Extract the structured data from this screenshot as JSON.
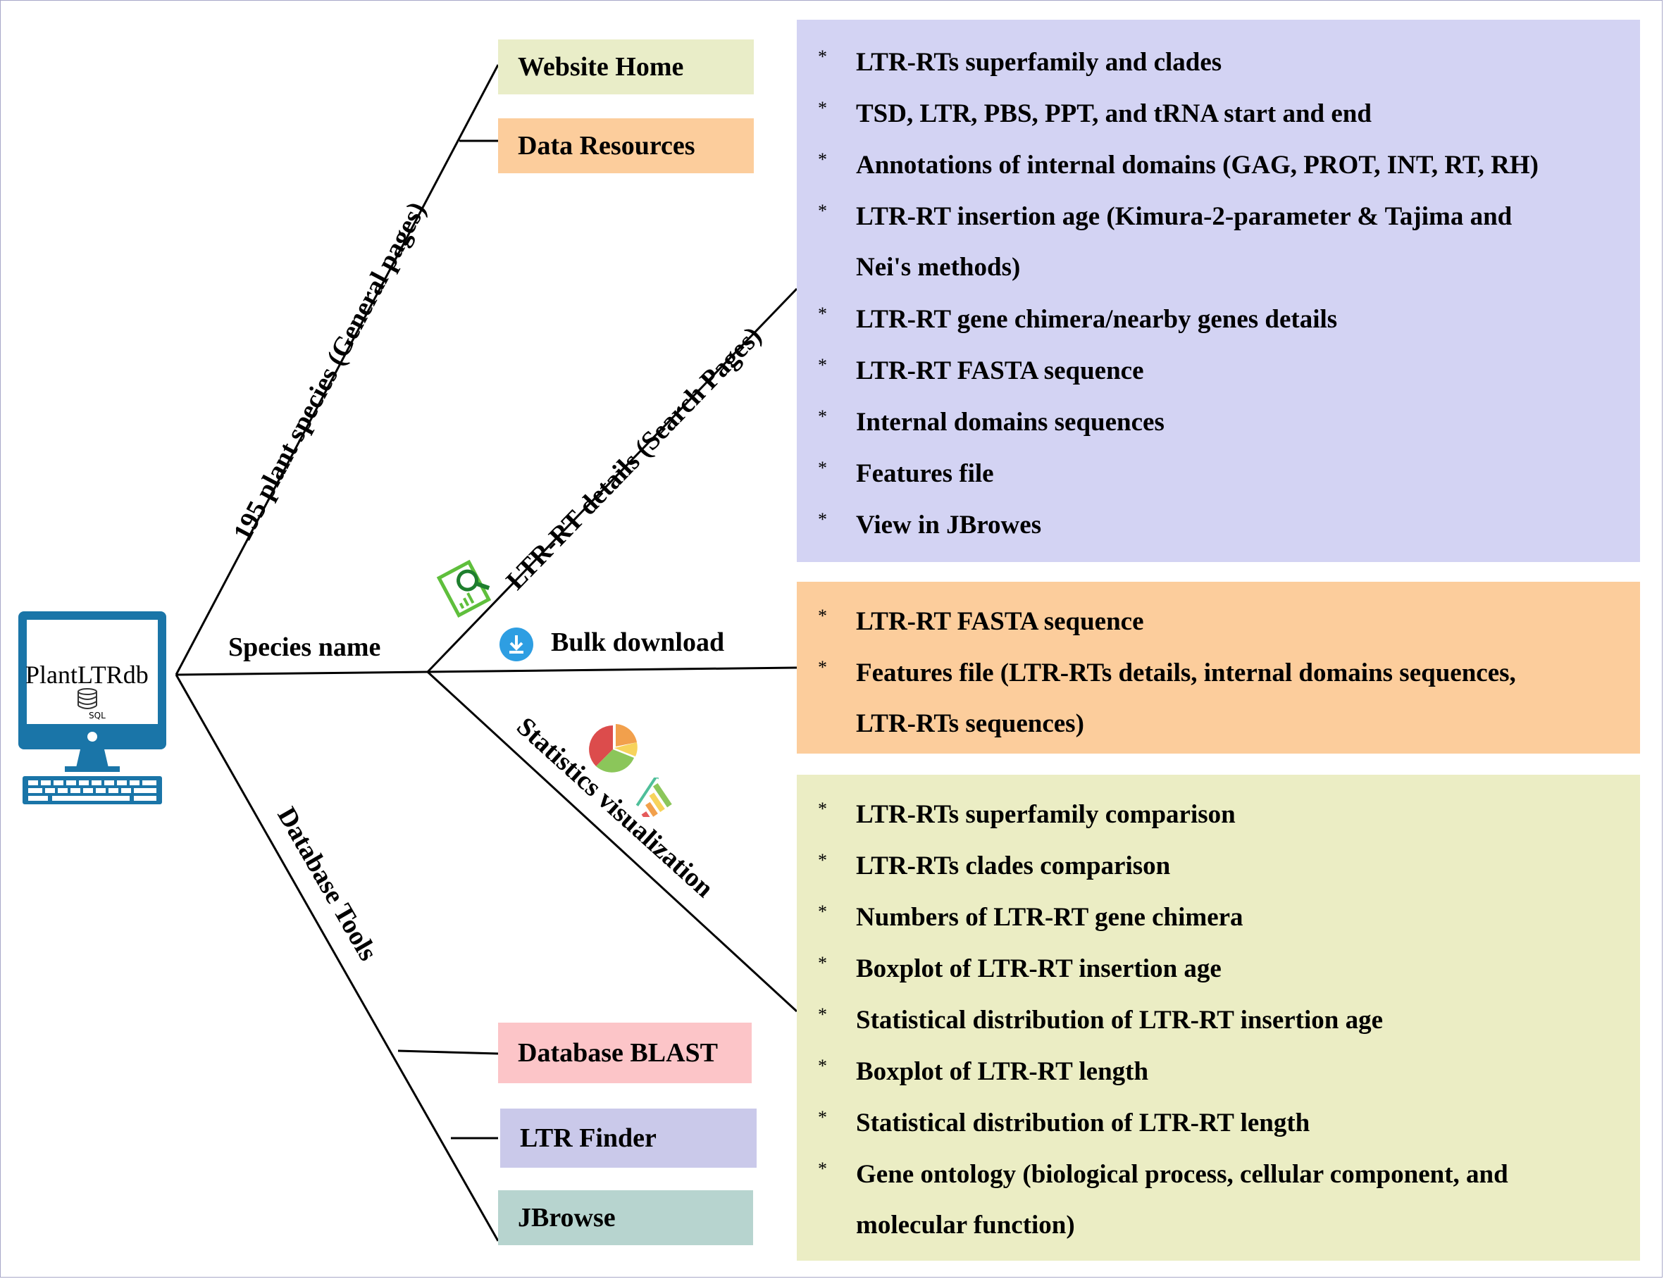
{
  "center_label": "PlantLTRdb",
  "db_icon_text": "SQL",
  "branches": {
    "general": "195 plant species (General pages)",
    "species": "Species name",
    "tools": "Database Tools",
    "search": "LTR-RT details (Search Pages)",
    "bulk": "Bulk download",
    "stats": "Statistics visualization"
  },
  "general_pages": [
    "Website Home",
    "Data Resources"
  ],
  "tool_pages": [
    "Database BLAST",
    "LTR Finder",
    "JBrowse"
  ],
  "bullet_symbol": "*",
  "search_items": [
    "LTR-RTs superfamily and clades",
    "TSD, LTR, PBS, PPT, and tRNA start and end",
    "Annotations of internal domains (GAG, PROT, INT, RT, RH)",
    "LTR-RT insertion age  (Kimura-2-parameter & Tajima and",
    "Nei's methods)",
    "LTR-RT gene chimera/nearby genes details",
    "LTR-RT FASTA sequence",
    "Internal domains sequences",
    "Features file",
    "View in JBrowes"
  ],
  "bulk_items": [
    "LTR-RT FASTA sequence",
    "Features file (LTR-RTs details, internal domains sequences,",
    "LTR-RTs sequences)"
  ],
  "stats_items": [
    "LTR-RTs superfamily comparison",
    "LTR-RTs clades comparison",
    "Numbers of LTR-RT gene chimera",
    "Boxplot of LTR-RT insertion age",
    "Statistical distribution of LTR-RT insertion age",
    "Boxplot of LTR-RT length",
    "Statistical distribution of LTR-RT length",
    "Gene ontology (biological process, cellular component, and",
    "molecular function)"
  ],
  "colors": {
    "purple_panel": "#d3d3f3",
    "orange": "#fccd9c",
    "green_panel": "#ebedc4",
    "website_home": "#e9edc8",
    "blast": "#fcc5c8",
    "ltr_finder": "#cac9ea",
    "jbrowse": "#b7d4cf",
    "monitor": "#1a75a8"
  }
}
